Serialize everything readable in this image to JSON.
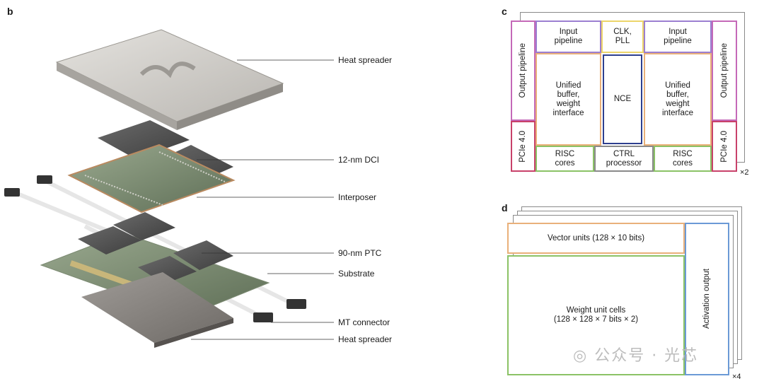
{
  "panel_b": {
    "letter": "b",
    "labels": [
      "Heat spreader",
      "12-nm DCI",
      "Interposer",
      "90-nm PTC",
      "Substrate",
      "MT connector",
      "Heat spreader"
    ]
  },
  "panel_c": {
    "letter": "c",
    "output_pipeline_left": "Output pipeline",
    "output_pipeline_right": "Output pipeline",
    "pcie_left": "PCIe 4.0",
    "pcie_right": "PCIe 4.0",
    "input_pipeline_left": "Input\npipeline",
    "input_pipeline_right": "Input\npipeline",
    "clk_pll": "CLK,\nPLL",
    "unified_left": "Unified\nbuffer,\nweight\ninterface",
    "unified_right": "Unified\nbuffer,\nweight\ninterface",
    "nce": "NCE",
    "risc_left": "RISC\ncores",
    "risc_right": "RISC\ncores",
    "ctrl": "CTRL\nprocessor",
    "multiplier": "×2"
  },
  "panel_d": {
    "letter": "d",
    "vector_units": "Vector units (128 × 10 bits)",
    "weight_cells": "Weight unit cells\n(128 × 128 × 7 bits × 2)",
    "activation_output": "Activation output",
    "multiplier": "×4"
  },
  "watermark": "公众号 · 光芯",
  "colors": {
    "purple": "#9b7fd1",
    "magenta": "#c469b8",
    "crimson": "#c8416a",
    "yellow": "#ecd56a",
    "orange": "#e9b07a",
    "navy": "#2e3f8f",
    "green": "#8bc266",
    "gray": "#8a8a8a",
    "blue": "#6b9ad6"
  }
}
